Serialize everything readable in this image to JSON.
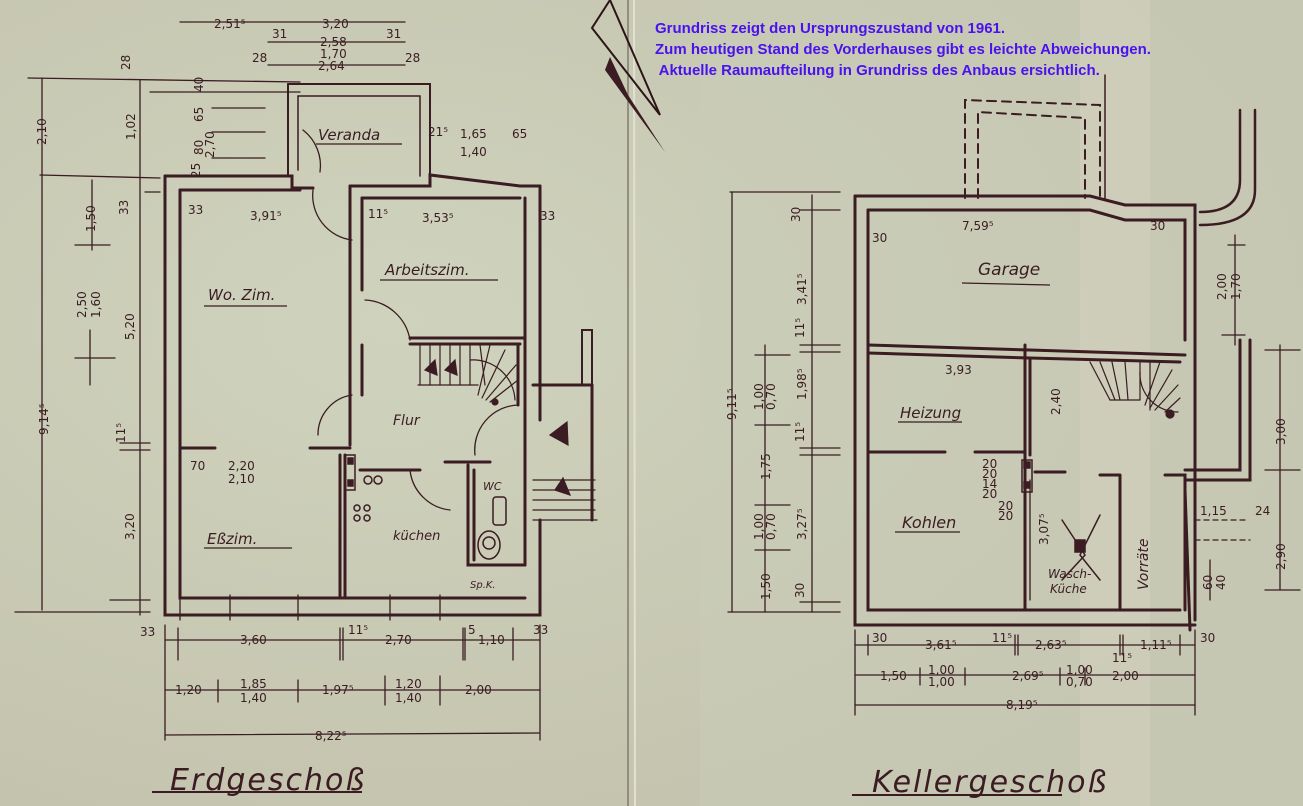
{
  "annotation": {
    "line1": "Grundriss zeigt den Ursprungszustand von 1961.",
    "line2": "Zum heutigen Stand des Vorderhauses gibt es leichte Abweichungen.",
    "line3": " Aktuelle Raumaufteilung in Grundriss des Anbaus ersichtlich.",
    "color": "#4a12ee"
  },
  "colors": {
    "paper": "#c9c9b4",
    "ink": "#3a1c22"
  },
  "ground_floor": {
    "title": "Erdgeschoß",
    "rooms": {
      "veranda": "Veranda",
      "living": "Wo. Zim.",
      "study": "Arbeitszim.",
      "hall": "Flur",
      "dining": "Eßzim.",
      "kitchen": "küchen",
      "wc": "WC",
      "pantry": "Sp.K."
    },
    "dims": {
      "top_1": "2,51⁵",
      "top_2": "3,20",
      "top_3": "2,58",
      "top_4": "1,70",
      "top_5": "2,64",
      "top_31a": "31",
      "top_31b": "31",
      "top_28a": "28",
      "top_28b": "28",
      "left_210": "2,10",
      "left_102": "1,02",
      "left_28": "28",
      "left_40": "40",
      "left_65": "65",
      "left_80": "80",
      "left_270": "2,70",
      "left_25": "25",
      "left_150": "1,50",
      "left_33": "33",
      "left_250": "2,50",
      "left_160": "1,60",
      "left_520": "5,20",
      "left_9145": "9,14⁵",
      "left_115": "11⁵",
      "left_320": "3,20",
      "ver_215": "21⁵",
      "ver_165": "1,65",
      "ver_140": "1,40",
      "ver_65": "65",
      "in_33a": "33",
      "in_3915": "3,91⁵",
      "in_115": "11⁵",
      "in_3535": "3,53⁵",
      "in_33b": "33",
      "in_70": "70",
      "in_220": "2,20",
      "in_210": "2,10",
      "bot_33a": "33",
      "bot_360": "3,60",
      "bot_115": "11⁵",
      "bot_270": "2,70",
      "bot_5": "5",
      "bot_110": "1,10",
      "bot_33b": "33",
      "bot_120": "1,20",
      "bot_185": "1,85",
      "bot_140a": "1,40",
      "bot_1975": "1,97⁵",
      "bot_120b": "1,20",
      "bot_140b": "1,40",
      "bot_200": "2,00",
      "bot_total": "8,22⁵"
    }
  },
  "basement": {
    "title": "Kellergeschoß",
    "rooms": {
      "garage": "Garage",
      "heating": "Heizung",
      "coal": "Kohlen",
      "laundry_1": "Wasch-",
      "laundry_2": "Küche",
      "storage": "Vorräte"
    },
    "dims": {
      "top_7595": "7,59⁵",
      "top_30a": "30",
      "top_30b": "30",
      "left_30": "30",
      "left_3415": "3,41⁵",
      "left_115": "11⁵",
      "left_1985": "1,98⁵",
      "left_9115": "9,11⁵",
      "left_100a": "1,00",
      "left_070a": "0,70",
      "left_175": "1,75",
      "left_115b": "11⁵",
      "left_3275": "3,27⁵",
      "left_100b": "1,00",
      "left_070b": "0,70",
      "left_150": "1,50",
      "left_30b": "30",
      "in_393": "3,93",
      "in_240": "2,40",
      "in_20a": "20",
      "in_20b": "20",
      "in_14": "14",
      "in_20c": "20",
      "in_20d": "20",
      "in_20e": "20",
      "in_3075": "3,07⁵",
      "right_200": "2,00",
      "right_170": "1,70",
      "right_300": "3,00",
      "right_115": "1,15",
      "right_24": "24",
      "right_290": "2,90",
      "right_60": "60",
      "right_40": "40",
      "bot_30a": "30",
      "bot_3615": "3,61⁵",
      "bot_115": "11⁵",
      "bot_2635": "2,63⁵",
      "bot_115b": "11⁵",
      "bot_1115": "1,11⁵",
      "bot_30b": "30",
      "bot_150": "1,50",
      "bot_100a": "1,00",
      "bot_100b": "1,00",
      "bot_2695": "2,69⁵",
      "bot_100c": "1,00",
      "bot_070": "0,70",
      "bot_200": "2,00",
      "bot_total": "8,19⁵"
    }
  }
}
